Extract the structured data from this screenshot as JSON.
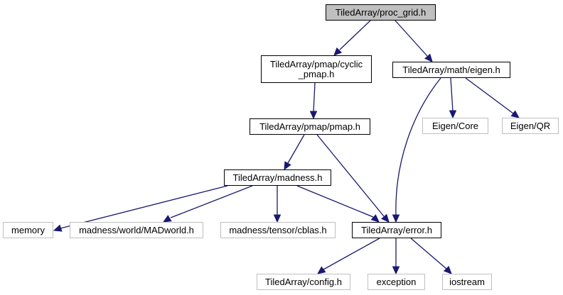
{
  "diagram": {
    "type": "include-dependency-graph",
    "edge_color": "#191970",
    "nodes": [
      {
        "id": "proc_grid",
        "label": "TiledArray/proc_grid.h",
        "kind": "root"
      },
      {
        "id": "cyclic_pmap",
        "label": "TiledArray/pmap/cyclic\n_pmap.h",
        "kind": "documented"
      },
      {
        "id": "eigen",
        "label": "TiledArray/math/eigen.h",
        "kind": "documented"
      },
      {
        "id": "pmap",
        "label": "TiledArray/pmap/pmap.h",
        "kind": "documented"
      },
      {
        "id": "eigen_core",
        "label": "Eigen/Core",
        "kind": "external"
      },
      {
        "id": "eigen_qr",
        "label": "Eigen/QR",
        "kind": "external"
      },
      {
        "id": "madness",
        "label": "TiledArray/madness.h",
        "kind": "documented"
      },
      {
        "id": "memory",
        "label": "memory",
        "kind": "external"
      },
      {
        "id": "madworld",
        "label": "madness/world/MADworld.h",
        "kind": "external"
      },
      {
        "id": "cblas",
        "label": "madness/tensor/cblas.h",
        "kind": "external"
      },
      {
        "id": "error",
        "label": "TiledArray/error.h",
        "kind": "documented"
      },
      {
        "id": "config",
        "label": "TiledArray/config.h",
        "kind": "external"
      },
      {
        "id": "exception",
        "label": "exception",
        "kind": "external"
      },
      {
        "id": "iostream",
        "label": "iostream",
        "kind": "external"
      }
    ],
    "edges": [
      [
        "proc_grid",
        "cyclic_pmap"
      ],
      [
        "proc_grid",
        "eigen"
      ],
      [
        "cyclic_pmap",
        "pmap"
      ],
      [
        "pmap",
        "madness"
      ],
      [
        "pmap",
        "error"
      ],
      [
        "eigen",
        "error"
      ],
      [
        "eigen",
        "eigen_core"
      ],
      [
        "eigen",
        "eigen_qr"
      ],
      [
        "madness",
        "memory"
      ],
      [
        "madness",
        "madworld"
      ],
      [
        "madness",
        "cblas"
      ],
      [
        "madness",
        "error"
      ],
      [
        "error",
        "config"
      ],
      [
        "error",
        "exception"
      ],
      [
        "error",
        "iostream"
      ]
    ]
  }
}
